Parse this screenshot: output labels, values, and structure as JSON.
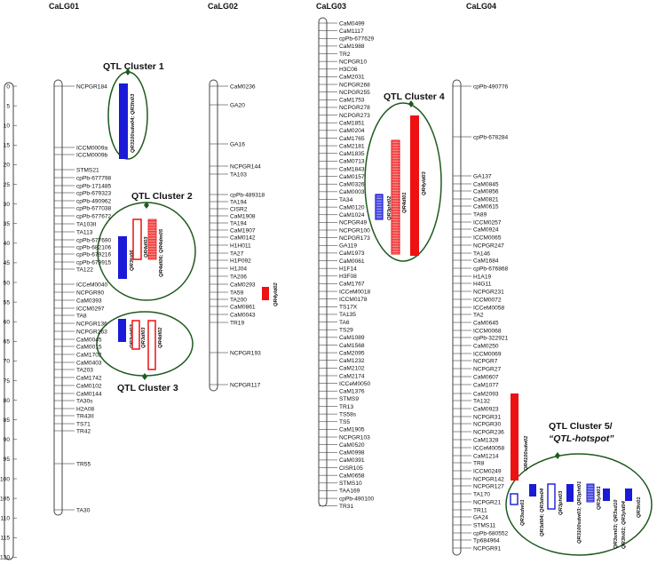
{
  "scale_ticks": [
    "0",
    "5",
    "10",
    "15",
    "20",
    "25",
    "30",
    "35",
    "40",
    "45",
    "50",
    "55",
    "60",
    "65",
    "70",
    "75",
    "80",
    "85",
    "90",
    "95",
    "100",
    "105",
    "110",
    "115",
    "120"
  ],
  "lg01": {
    "title": "CaLG01",
    "markers": [
      "NCPGR184",
      "ICCM0009a",
      "ICCM0009b",
      "STMS21",
      "cpPb-677798",
      "cpPb-171485",
      "cpPb-679323",
      "cpPb-490962",
      "cpPb-677038",
      "cpPb-677672",
      "TA103II",
      "TA113",
      "cpPb-677690",
      "cpPb-682106",
      "cpPb-679216",
      "cpPb-679915",
      "TA122",
      "ICCeM0040",
      "NCPGR90",
      "CaM0393",
      "ICCM0297",
      "TA8",
      "NCPGR136",
      "NCPGR263",
      "CaM0045",
      "CaM0015",
      "CaM1702",
      "CaM0403",
      "TA203",
      "CaM1742",
      "CaM0102",
      "CaM0144",
      "TA30s",
      "H2A08",
      "TR43II",
      "TS71",
      "TR42",
      "TR55",
      "TA30"
    ],
    "qtls": [
      "QR3100sdw04; QR3hi03",
      "QR3hi06",
      "QR4dl03",
      "QR4dl06; QR4dm05",
      "QR3yld03",
      "QR3dl03",
      "QR4dl02"
    ]
  },
  "lg02": {
    "title": "CaLG02",
    "markers": [
      "CaM0236",
      "GA20",
      "GA16",
      "NCPGR144",
      "TA103",
      "cpPb-489318",
      "TA194",
      "CISR2",
      "CaM1908",
      "TA194",
      "CaM1907",
      "CaM0142",
      "H1H011",
      "TA27",
      "H1P092",
      "H1J04",
      "TA206",
      "CaM0293",
      "TA59",
      "TA200",
      "CaM0861",
      "CaM0043",
      "TR19",
      "NCPGR193",
      "NCPGR117"
    ],
    "qtls": [
      "QR4yld02"
    ]
  },
  "lg03": {
    "title": "CaLG03",
    "markers": [
      "CaM0499",
      "CaM1117",
      "cpPb-677629",
      "CaM1988",
      "TR2",
      "NCPGR10",
      "H3C06",
      "CaM2031",
      "NCPGR268",
      "NCPGR255",
      "CaM1753",
      "NCPGR278",
      "NCPGR273",
      "CaM1851",
      "CaM0204",
      "CaM1765",
      "CaM2181",
      "CaM1835",
      "CaM0713",
      "CaM1843",
      "CaM0157",
      "CaM0326",
      "CaM0003",
      "TA34",
      "CaM0120",
      "CaM1024",
      "NCPGR49",
      "NCPGR100",
      "NCPGR173",
      "GA119",
      "CaM1973",
      "CaM0061",
      "H1F14",
      "H3F08",
      "CaM1767",
      "ICCeM0018",
      "ICCM0178",
      "TS17X",
      "TA135",
      "TA6",
      "TS29",
      "CaM1089",
      "CaM1568",
      "CaM2095",
      "CaM1232",
      "CaM2102",
      "CaM2174",
      "ICCeM0050",
      "CaM1376",
      "STMS9",
      "TR13",
      "TS58s",
      "TS5",
      "CaM1905",
      "NCPGR103",
      "CaM0520",
      "CaM0998",
      "CaM0391",
      "CISR105",
      "CaM0658",
      "STMS10",
      "TAA169",
      "cpPb-490100",
      "TR31"
    ],
    "qtls": [
      "QR3pht02",
      "QR4dl01",
      "QR4yld03"
    ]
  },
  "lg04": {
    "title": "CaLG04",
    "markers": [
      "cpPb-490776",
      "cpPb-678284",
      "GA137",
      "CaM0845",
      "CaM0856",
      "CaM0821",
      "CaM0615",
      "TA89",
      "ICCM0257",
      "CaM0924",
      "ICCM0065",
      "NCPGR247",
      "TA146",
      "CaM1684",
      "cpPb-676868",
      "H1A19",
      "H4G11",
      "NCPGR231",
      "ICCM0072",
      "ICCeM0058",
      "TA2",
      "CaM0645",
      "ICCM0068",
      "cpPb-322921",
      "CaM0250",
      "ICCM0069",
      "NCPGR7",
      "NCPGR27",
      "CaM0607",
      "CaM1077",
      "CaM2093",
      "TA132",
      "CaM0923",
      "NCPGR31",
      "NCPGR30",
      "NCPGR236",
      "CaM1328",
      "ICCeM0058",
      "CaM1214",
      "TR8",
      "ICCM0249",
      "NCPGR142",
      "NCPGR127",
      "TA170",
      "NCPGR21",
      "TR11",
      "GA24",
      "STMS11",
      "cpPb-680552",
      "Tp684964",
      "NCPGR91"
    ],
    "qtls": [
      "QR4100sdw02",
      "QR3sdw01",
      "QR3dl04; QR3dm04",
      "QR3pht03",
      "QR3100sdw03; QR3pht01",
      "QR3yld01",
      "QR3sm03; QR3sd10",
      "QR3hi01; QR3yld04",
      "QR3hi01"
    ]
  },
  "clusters": {
    "c1": "QTL Cluster 1",
    "c2": "QTL Cluster 2",
    "c3": "QTL Cluster 3",
    "c4": "QTL Cluster 4",
    "c5_line1": "QTL Cluster 5/",
    "c5_line2": "“QTL-hotspot”"
  },
  "colors": {
    "blue": "#1a1ad8",
    "red": "#ee1111",
    "cluster_outline": "#1e5a1e",
    "chromosome": "#444444"
  }
}
